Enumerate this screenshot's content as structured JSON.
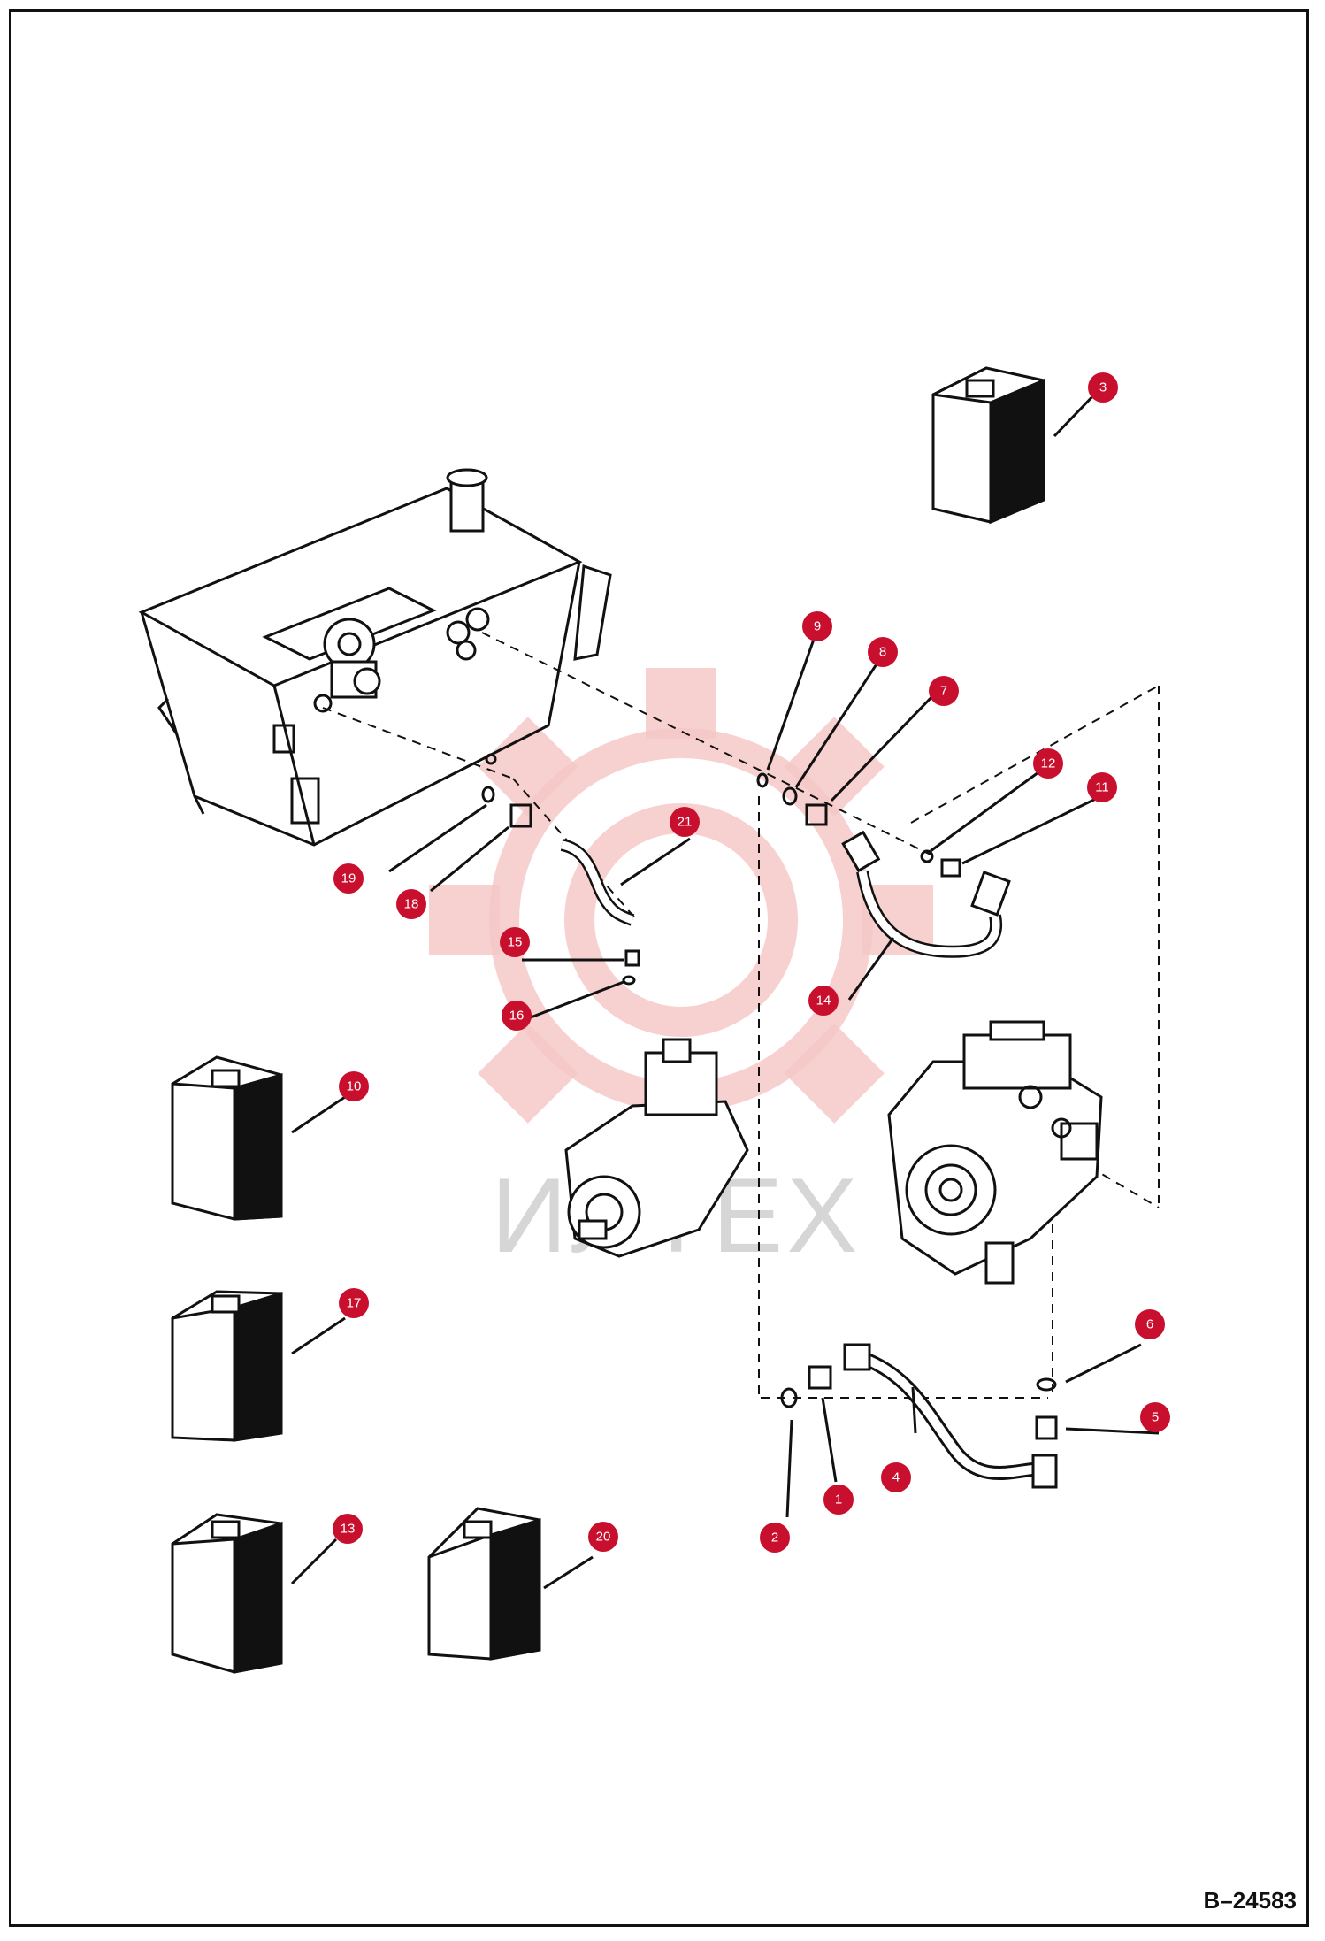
{
  "diagram": {
    "reference_code": "B–24583",
    "watermark_text": "ИЛТЕХ",
    "callouts": [
      {
        "id": "1",
        "label": "1"
      },
      {
        "id": "2",
        "label": "2"
      },
      {
        "id": "3",
        "label": "3"
      },
      {
        "id": "4",
        "label": "4"
      },
      {
        "id": "5",
        "label": "5"
      },
      {
        "id": "6",
        "label": "6"
      },
      {
        "id": "7",
        "label": "7"
      },
      {
        "id": "8",
        "label": "8"
      },
      {
        "id": "9",
        "label": "9"
      },
      {
        "id": "10",
        "label": "10"
      },
      {
        "id": "11",
        "label": "11"
      },
      {
        "id": "12",
        "label": "12"
      },
      {
        "id": "13",
        "label": "13"
      },
      {
        "id": "14",
        "label": "14"
      },
      {
        "id": "15",
        "label": "15"
      },
      {
        "id": "16",
        "label": "16"
      },
      {
        "id": "17",
        "label": "17"
      },
      {
        "id": "18",
        "label": "18"
      },
      {
        "id": "19",
        "label": "19"
      },
      {
        "id": "20",
        "label": "20"
      },
      {
        "id": "21",
        "label": "21"
      }
    ],
    "colors": {
      "callout_fill": "#c8102e",
      "callout_text": "#ffffff",
      "line_art": "#111111",
      "watermark_gear": "#f6c8c8",
      "watermark_text": "#d6d6d6"
    }
  }
}
